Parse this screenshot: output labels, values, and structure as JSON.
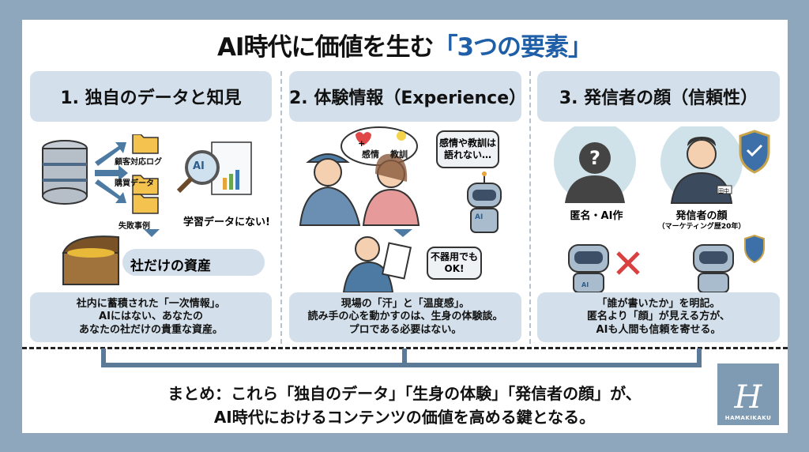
{
  "title": {
    "prefix": "AI時代に価値を生む",
    "accent": "「3つの要素」"
  },
  "columns": [
    {
      "header": "1. 独自のデータと知見",
      "folders": [
        "顧客対応ログ",
        "購買データ",
        "失敗事例"
      ],
      "ai_note": "学習データにない!",
      "ai_badge": "AI",
      "asset_label": "社だけの資産",
      "body": [
        "社内に蓄積された「一次情報」。",
        "AIにはない、あなたの",
        "あなたの社だけの貴重な資産。"
      ]
    },
    {
      "header": "2. 体験情報（Experience）",
      "thought": {
        "left": "感情",
        "right": "教訓",
        "plus": "+"
      },
      "robot_bubble": [
        "感情や教訓は",
        "語れない…"
      ],
      "robot_badge": "AI",
      "ok_bubble": [
        "不器用でも",
        "OK!"
      ],
      "body": [
        "現場の「汗」と「温度感」。",
        "読み手の心を動かすのは、生身の体験談。",
        "プロである必要はない。"
      ]
    },
    {
      "header": "3. 発信者の顔（信頼性）",
      "anon_label": "匿名・AI作",
      "face_label": "発信者の顔",
      "face_sub": "（マーケティング歴20年）",
      "name_tag": "田中",
      "robot_badge": "AI",
      "body": [
        "「誰が書いたか」を明記。",
        "匿名より「顔」が見える方が、",
        "AIも人間も信頼を寄せる。"
      ]
    }
  ],
  "summary": [
    "まとめ：これら「独自のデータ」「生身の体験」「発信者の顔」が、",
    "AI時代におけるコンテンツの価値を高める鍵となる。"
  ],
  "logo": {
    "mark": "H",
    "text": "HAMAKIKAKU"
  },
  "colors": {
    "background": "#8ea7bd",
    "accent": "#1f5fa8",
    "panel": "#d3dfea",
    "bracket": "#5a7a98"
  }
}
